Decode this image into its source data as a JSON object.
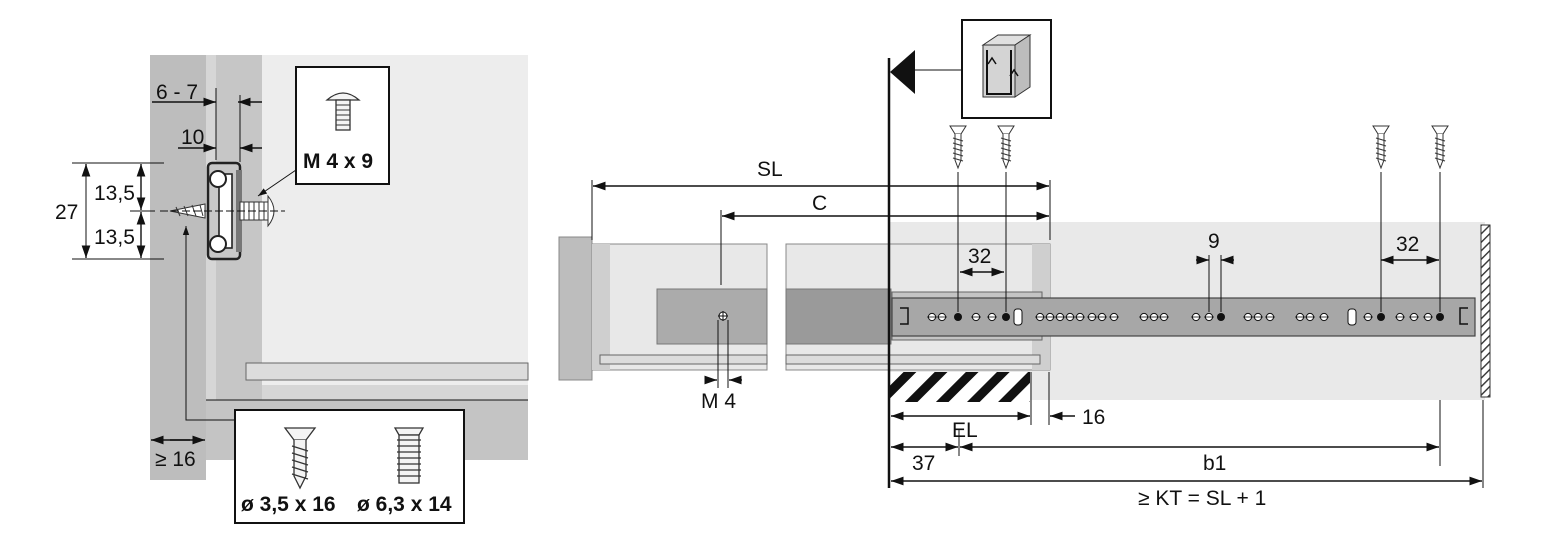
{
  "left_section": {
    "dim_side_gap": "6 - 7",
    "dim_ten": "10",
    "dim_total_height": "27",
    "dim_half_top": "13,5",
    "dim_half_bottom": "13,5",
    "dim_min_thickness": "≥ 16",
    "screw_m4_label": "M 4 x 9",
    "screw_wood_label": "ø 3,5 x 16",
    "screw_euro_label": "ø 6,3 x 14"
  },
  "right_section": {
    "dim_sl": "SL",
    "dim_c": "C",
    "dim_32_left": "32",
    "dim_9": "9",
    "dim_32_right": "32",
    "dim_m4": "M 4",
    "dim_16": "16",
    "dim_el": "EL",
    "dim_37": "37",
    "dim_b1": "b1",
    "dim_kt_formula": "≥ KT = SL + 1"
  },
  "colors": {
    "panel_gray": "#bdbdbd",
    "panel_light": "#e6e6e6",
    "panel_mid": "#d0d0d0",
    "rail_dark": "#9a9a9a",
    "cabinet_bg": "#e9e9e9",
    "line": "#111111"
  },
  "icons": [
    "cabinet-side-icon",
    "countersunk-screw-icon",
    "truss-head-screw-icon",
    "euro-screw-icon",
    "front-marker-icon"
  ]
}
